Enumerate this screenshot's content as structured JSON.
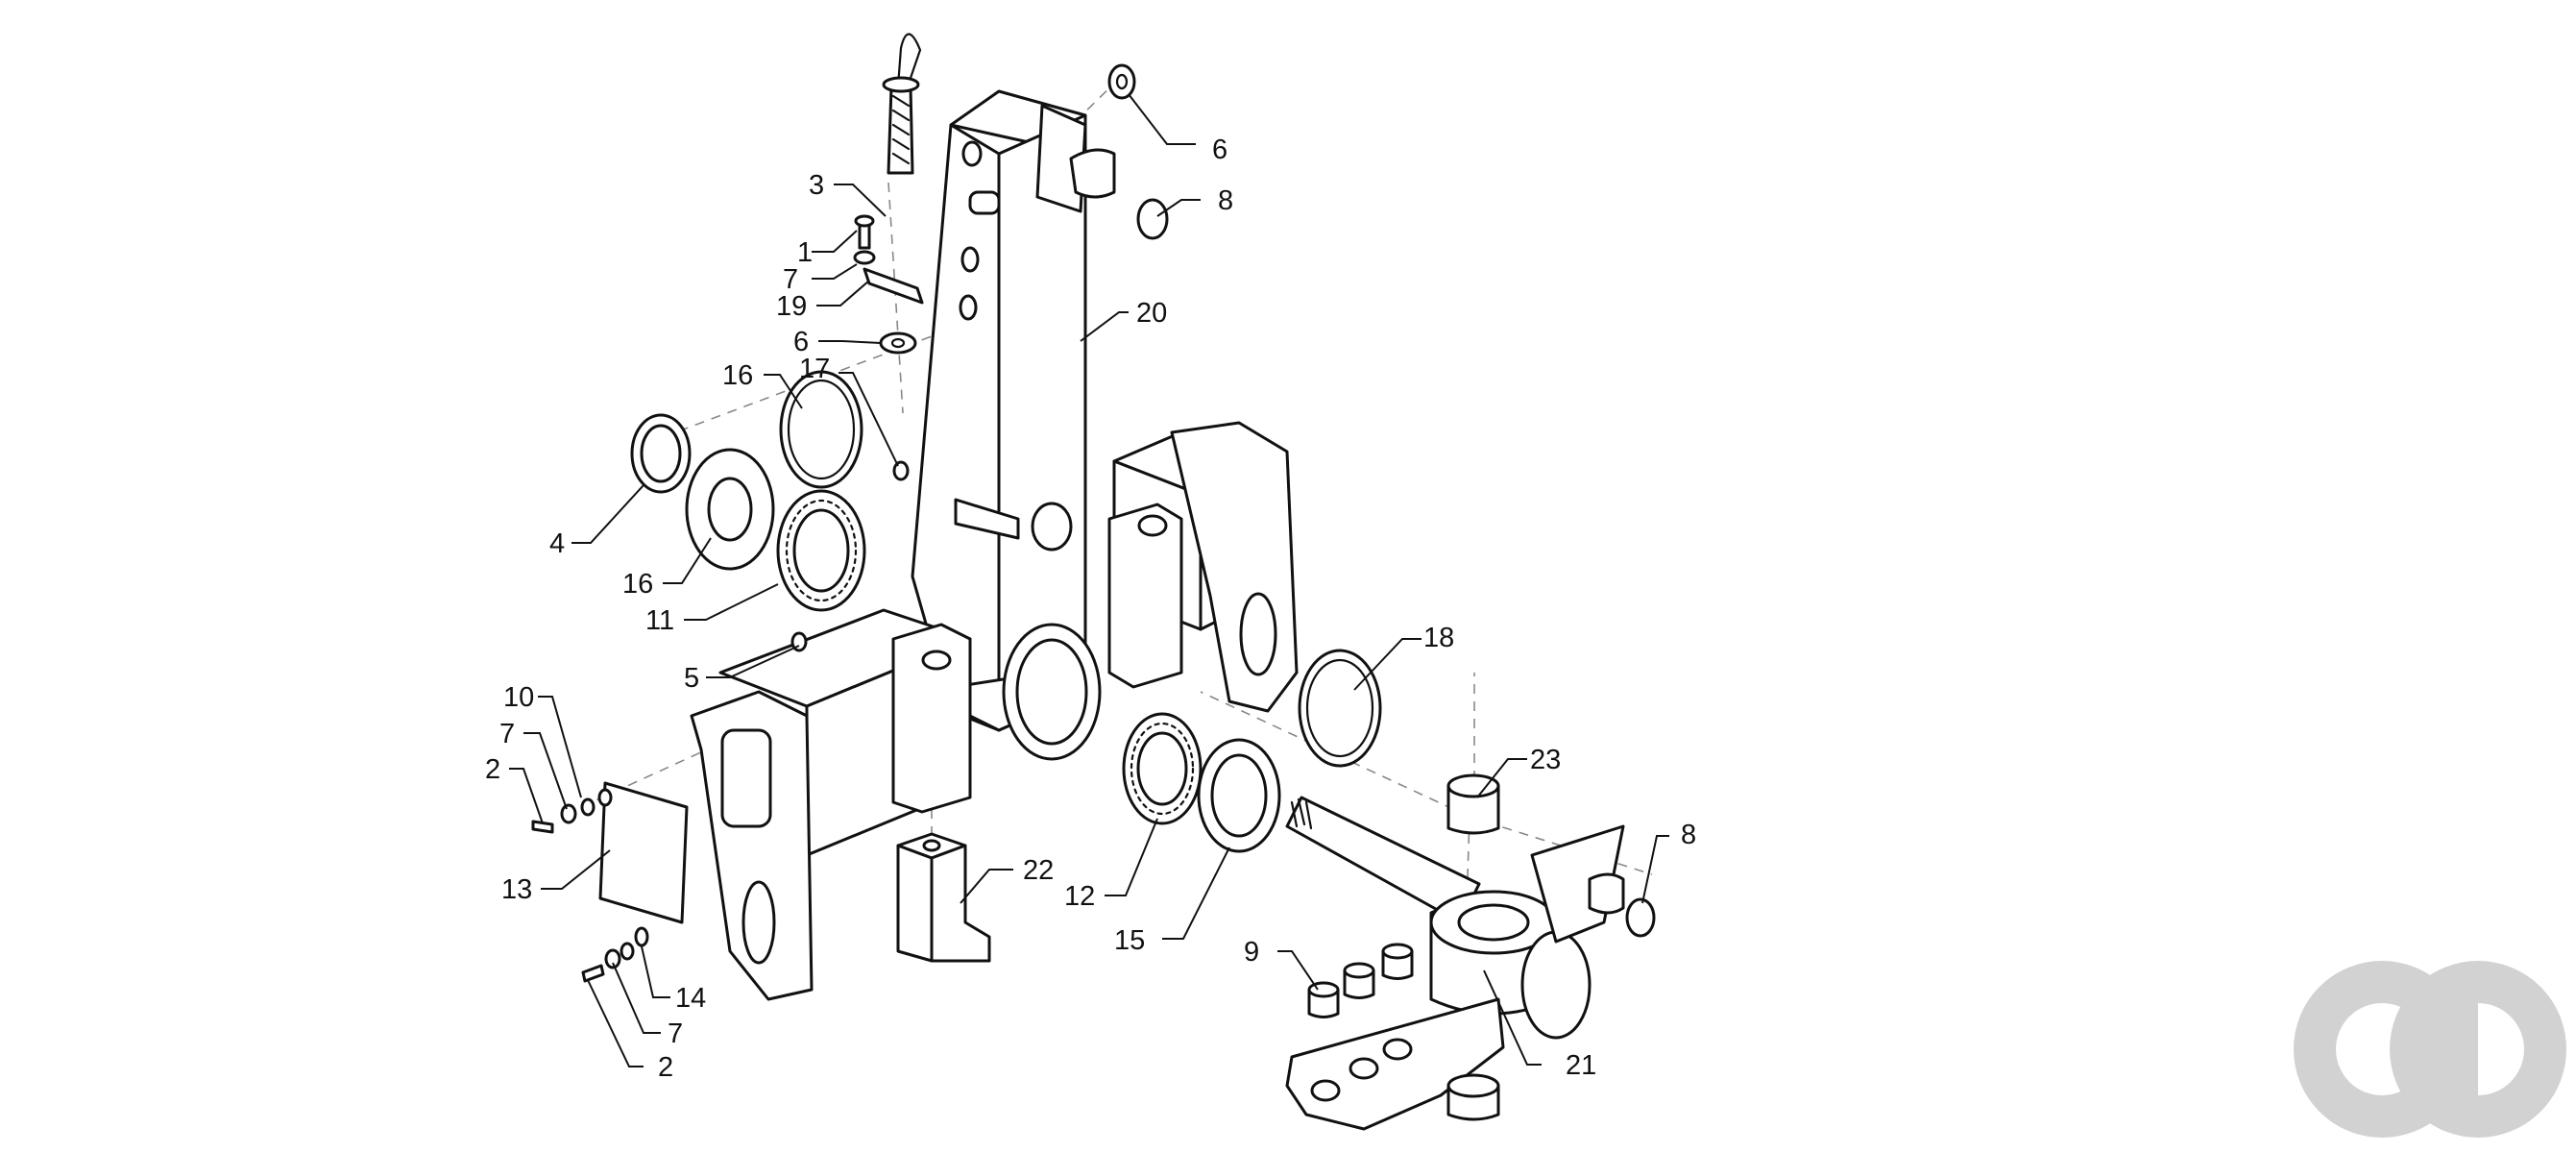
{
  "labels": {
    "l6a": "6",
    "l8a": "8",
    "l3": "3",
    "l1": "1",
    "l7a": "7",
    "l19": "19",
    "l6b": "6",
    "l20": "20",
    "l16a": "16",
    "l17": "17",
    "l4": "4",
    "l16b": "16",
    "l11": "11",
    "l5": "5",
    "l18": "18",
    "l10": "10",
    "l7b": "7",
    "l2a": "2",
    "l13": "13",
    "l23": "23",
    "l22": "22",
    "l8b": "8",
    "l12": "12",
    "l15": "15",
    "l9": "9",
    "l14": "14",
    "l7c": "7",
    "l2b": "2",
    "l21": "21"
  },
  "colors": {
    "line": "#111111",
    "dash": "#888888",
    "logo": "#d2d2d2",
    "background": "#ffffff"
  },
  "logo": {
    "icon": "ao-logo-icon"
  }
}
